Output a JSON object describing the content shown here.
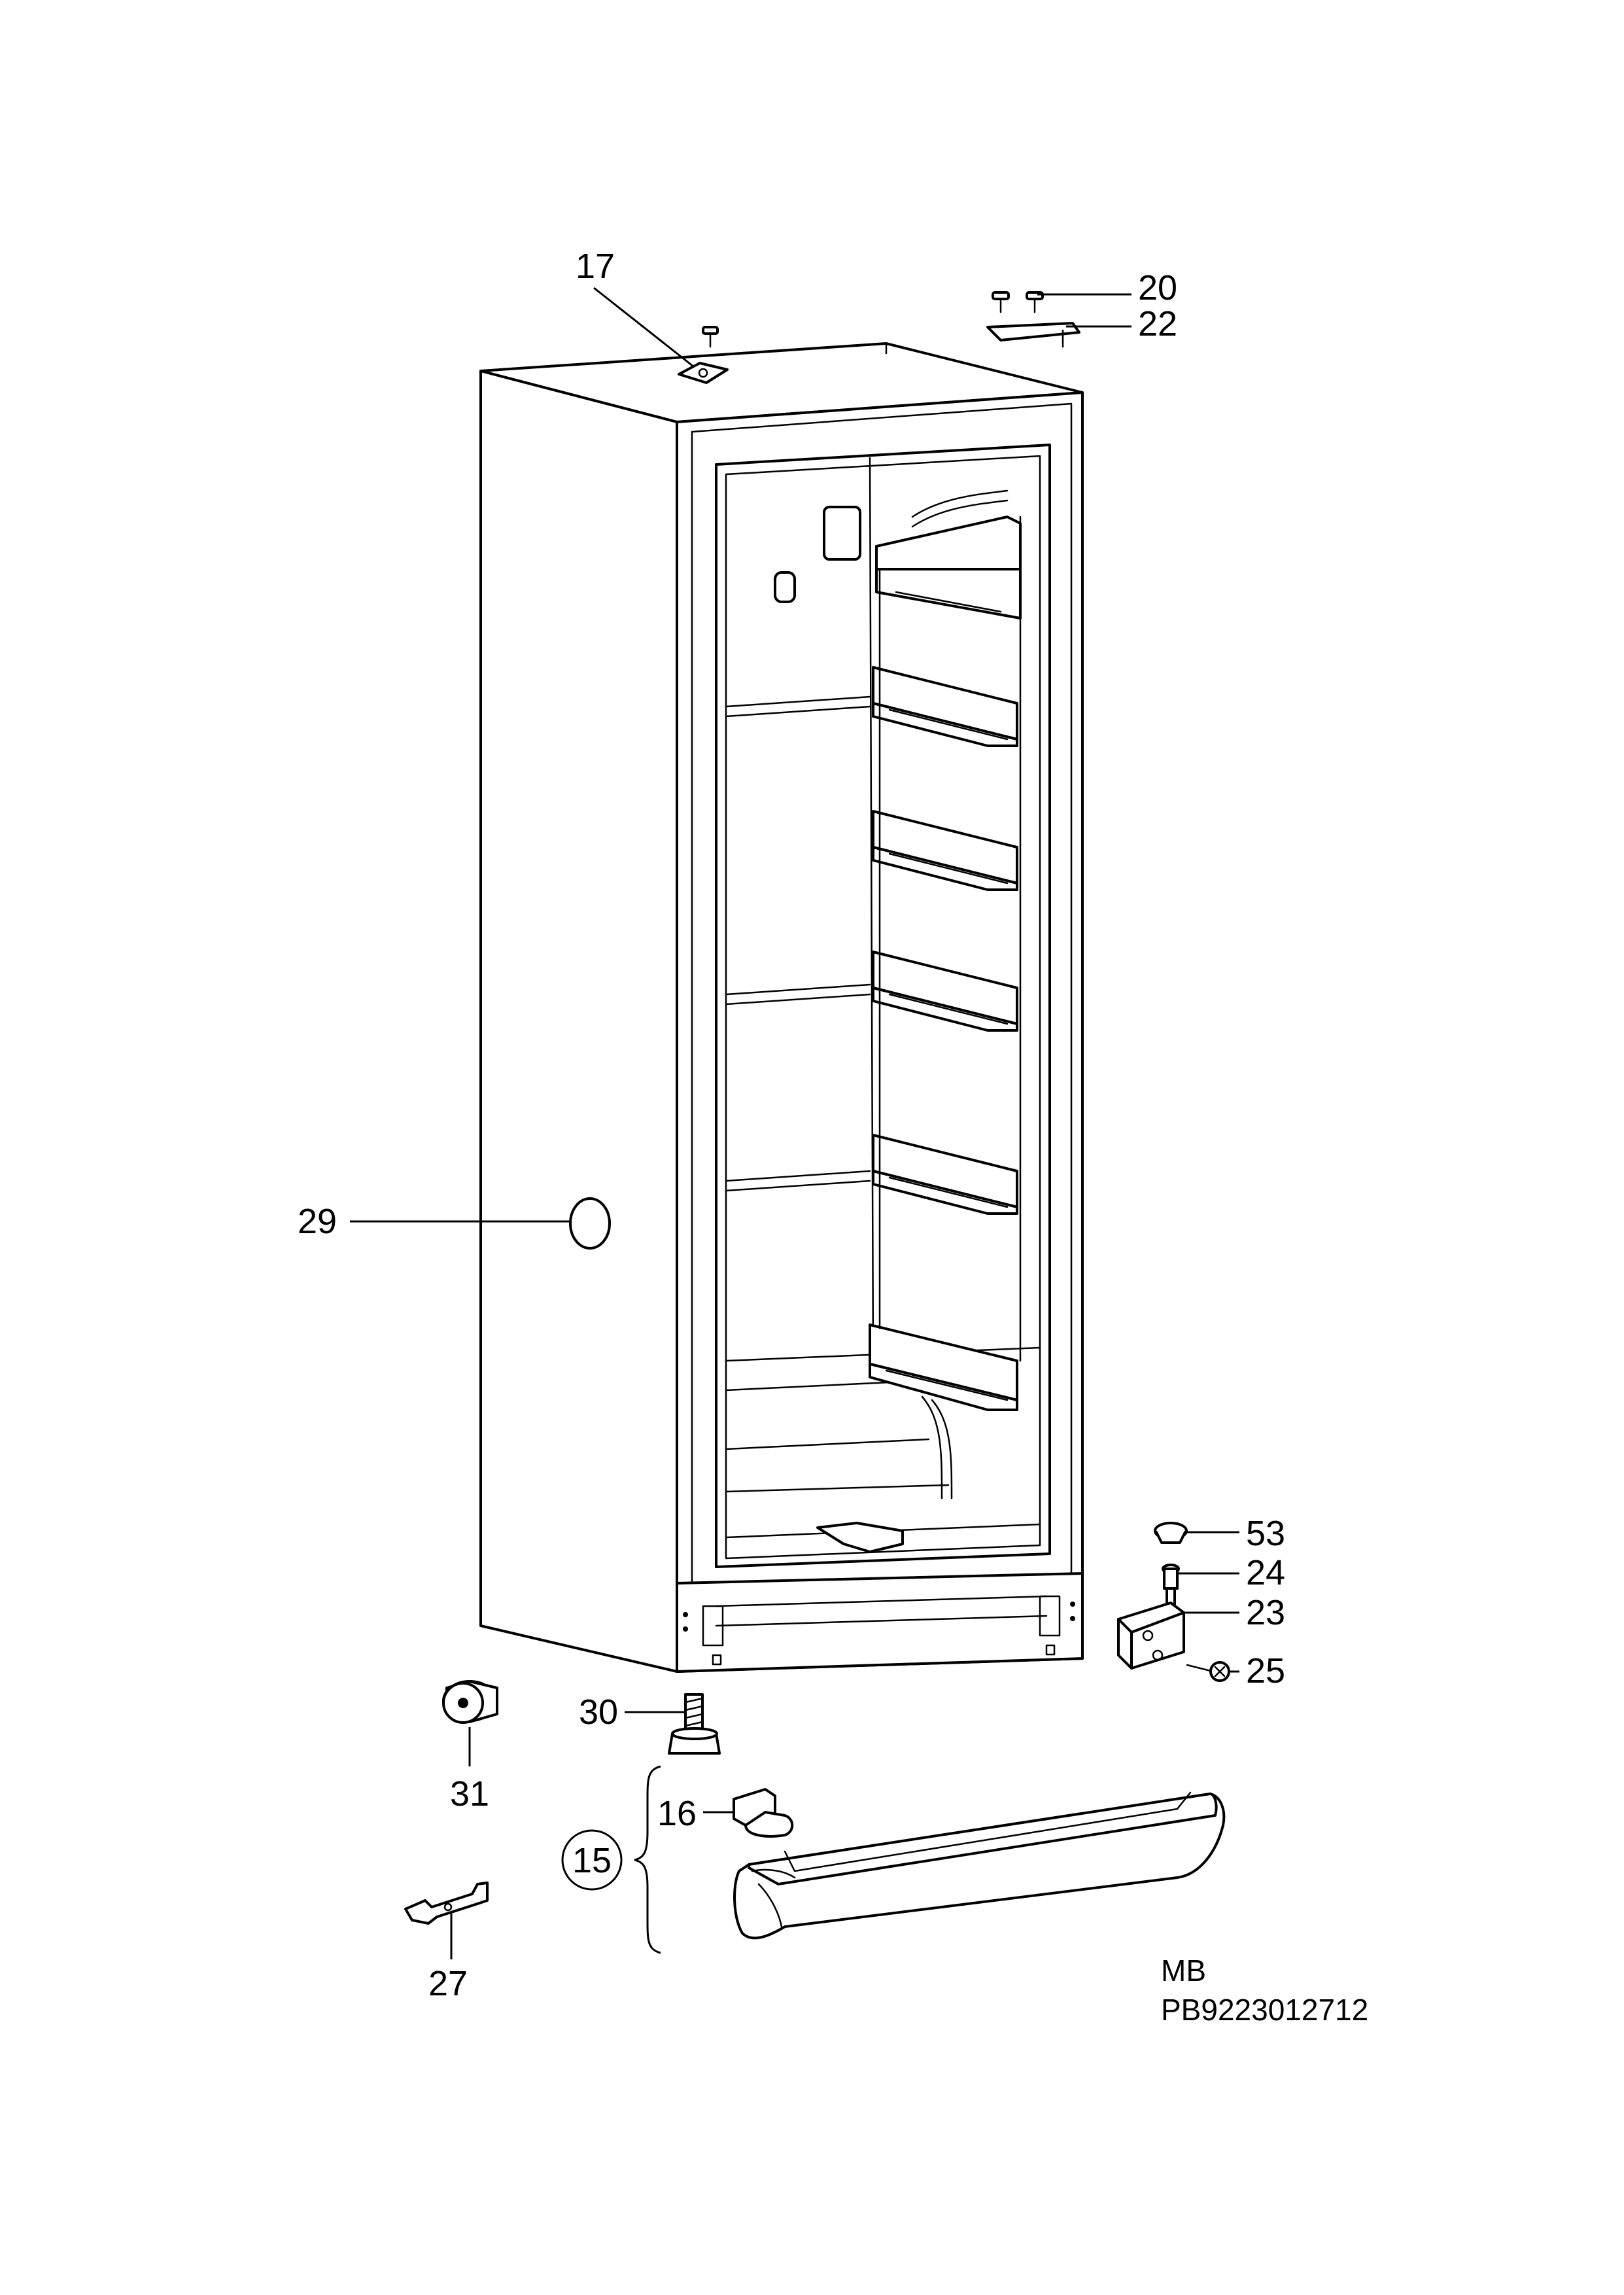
{
  "callouts": {
    "p17": "17",
    "p20": "20",
    "p22": "22",
    "p29": "29",
    "p53": "53",
    "p24": "24",
    "p23": "23",
    "p25": "25",
    "p30": "30",
    "p31": "31",
    "p16": "16",
    "p15": "15",
    "p27": "27"
  },
  "footer": {
    "variant": "MB",
    "code": "PB9223012712"
  },
  "icons": [
    "cabinet-illustration",
    "door-shelf-illustration",
    "hinge-illustration",
    "screw-illustration",
    "foot-illustration",
    "wrench-illustration"
  ]
}
